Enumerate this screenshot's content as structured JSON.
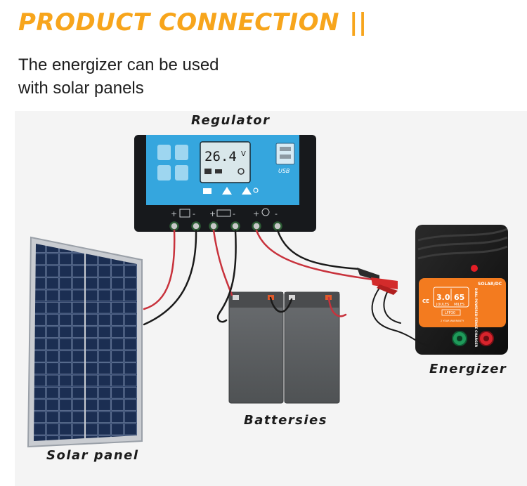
{
  "header": {
    "title": "PRODUCT CONNECTION",
    "title_bars": "||",
    "subtitle_line1": "The energizer can be used",
    "subtitle_line2": "with solar panels"
  },
  "labels": {
    "regulator": "Regulator",
    "energizer": "Energizer",
    "batteries": "Battersies",
    "solar_panel": "Solar panel"
  },
  "regulator": {
    "display_value": "26.4",
    "display_unit": "V",
    "usb_label": "USB"
  },
  "energizer": {
    "brand": "SOLAR/DC",
    "joules": "3.0",
    "miles": "65",
    "joules_label": "JOULES",
    "miles_label": "MILES",
    "model": "LFP30",
    "side_text": "DUAL POWERED FENCE CHARGER",
    "warranty": "2 YEAR WARRANTY",
    "ce": "CE"
  },
  "colors": {
    "accent": "#f7a51c",
    "regulator_panel": "#35a6de",
    "energizer_label": "#f37b1f",
    "wire_red": "#c8323c",
    "wire_black": "#1a1a1a"
  }
}
